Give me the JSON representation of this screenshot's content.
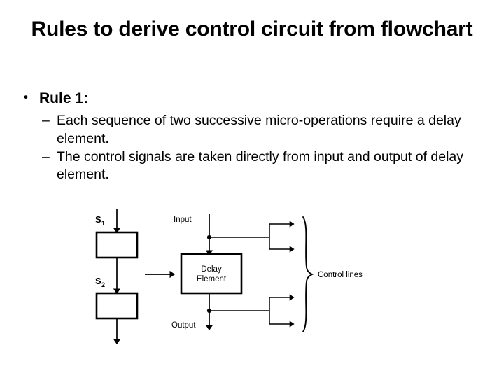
{
  "slide": {
    "title": "Rules to derive control circuit from flowchart",
    "background_color": "#ffffff",
    "text_color": "#000000",
    "bullets": [
      {
        "marker": "•",
        "text": "Rule 1:",
        "level": 1,
        "bold": true,
        "children": [
          {
            "marker": "–",
            "text": "Each sequence of two successive micro-operations require a delay element.",
            "level": 2
          },
          {
            "marker": "–",
            "text": "The control signals are taken directly from input and output of delay element.",
            "level": 2
          }
        ]
      }
    ]
  },
  "figure": {
    "name": "delay-element-control-circuit-diagram",
    "flowchart": {
      "state_labels": [
        "S",
        "S"
      ],
      "state_subscripts": [
        "1",
        "2"
      ],
      "box1_label": "",
      "box2_label": ""
    },
    "transition_arrow": "→",
    "circuit": {
      "input_label": "Input",
      "output_label": "Output",
      "delay_box_line1": "Delay",
      "delay_box_line2": "Element",
      "brace_label": "Control lines",
      "control_line_count": 4
    }
  }
}
